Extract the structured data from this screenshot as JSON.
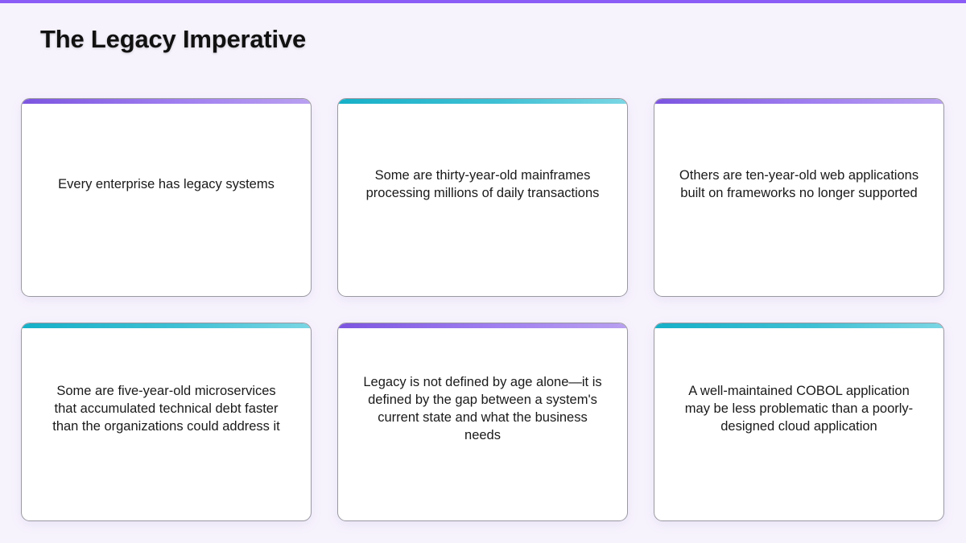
{
  "slide": {
    "title": "The Legacy Imperative",
    "colors": {
      "background": "#f7f3fd",
      "top_bar": "#8b5cf6",
      "accent_purple": "#8b5cf6",
      "accent_teal": "#22b5cb"
    }
  },
  "cards": [
    {
      "text": "Every enterprise has legacy systems",
      "accent": "purple"
    },
    {
      "text": "Some are thirty-year-old mainframes processing millions of daily transactions",
      "accent": "teal"
    },
    {
      "text": "Others are ten-year-old web applications built on frameworks no longer supported",
      "accent": "purple"
    },
    {
      "text": "Some are five-year-old microservices that accumulated technical debt faster than the organizations could address it",
      "accent": "teal"
    },
    {
      "text": "Legacy is not defined by age alone—it is defined by the gap between a system's current state and what the business needs",
      "accent": "purple"
    },
    {
      "text": "A well-maintained COBOL application may be less problematic than a poorly-designed cloud application",
      "accent": "teal"
    }
  ]
}
